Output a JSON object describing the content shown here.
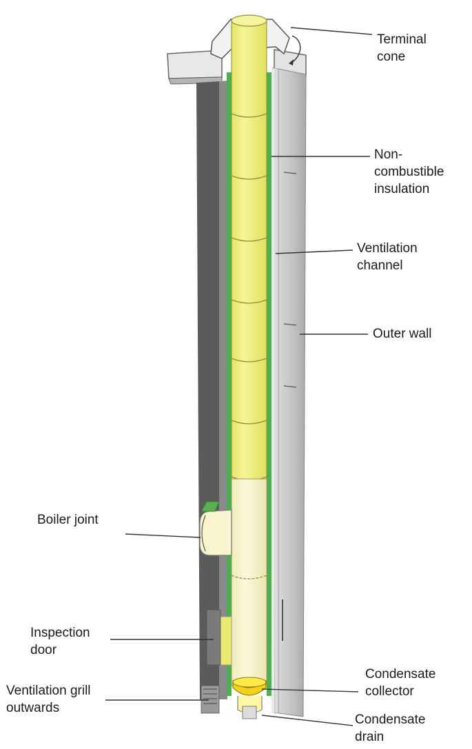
{
  "colors": {
    "flue_yellow": "#f0f08a",
    "flue_pale": "#f6f3c8",
    "insulation_green": "#4caf50",
    "wall_dark": "#5b5b5b",
    "wall_light": "#c9c9c9",
    "line": "#333333"
  },
  "labels": {
    "terminal_cone": [
      "Terminal",
      "cone"
    ],
    "insulation": [
      "Non-",
      "combustible",
      "insulation"
    ],
    "ventilation_channel": [
      "Ventilation",
      "channel"
    ],
    "outer_wall": [
      "Outer wall"
    ],
    "boiler_joint": [
      "Boiler joint"
    ],
    "inspection_door": [
      "Inspection",
      "door"
    ],
    "ventilation_grill": [
      "Ventilation grill",
      "outwards"
    ],
    "condensate_collector": [
      "Condensate",
      "collector"
    ],
    "condensate_drain": [
      "Condensate",
      "drain"
    ]
  }
}
